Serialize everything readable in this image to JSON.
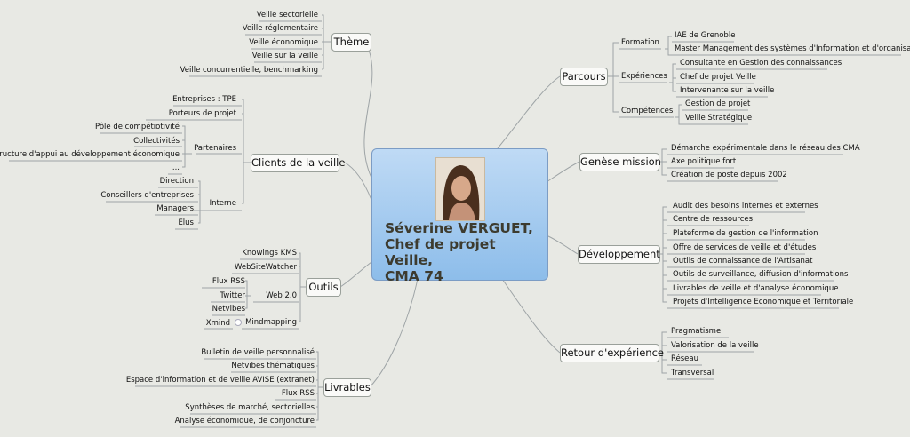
{
  "center": {
    "title": "Séverine VERGUET,\nChef de projet Veille,\nCMA 74"
  },
  "topics": {
    "theme": "Thème",
    "clients": "Clients de la veille",
    "outils": "Outils",
    "livrables": "Livrables",
    "parcours": "Parcours",
    "genese": "Genèse mission",
    "developpement": "Développement",
    "retour": "Retour d'expérience"
  },
  "theme_items": [
    "Veille sectorielle",
    "Veille réglementaire",
    "Veille économique",
    "Veille sur la veille",
    "Veille concurrentielle, benchmarking"
  ],
  "clients": {
    "entreprises": "Entreprises : TPE",
    "porteurs": "Porteurs de projet",
    "partenaires": "Partenaires",
    "partenaires_items": [
      "Pôle de compétiotivité",
      "Collectivités",
      "Structure d'appui au développement économique",
      "..."
    ],
    "interne": "Interne",
    "interne_items": [
      "Direction",
      "Conseillers d'entreprises",
      "Managers",
      "Elus"
    ]
  },
  "outils": {
    "knowings": "Knowings KMS",
    "websitewatcher": "WebSiteWatcher",
    "web20": "Web 2.0",
    "web20_items": [
      "Flux RSS",
      "Twitter",
      "Netvibes"
    ],
    "mindmapping": "Mindmapping",
    "xmind": "Xmind"
  },
  "livrables_items": [
    "Bulletin de veille personnalisé",
    "Netvibes thématiques",
    "Espace d'information et de veille AVISE (extranet)",
    "Flux RSS",
    "Synthèses de marché, sectorielles",
    "Analyse économique, de conjoncture"
  ],
  "parcours": {
    "formation": "Formation",
    "formation_items": [
      "IAE de Grenoble",
      "Master Management des systèmes d'Information et d'organisation"
    ],
    "experiences": "Expériences",
    "experiences_items": [
      "Consultante en Gestion des connaissances",
      "Chef de projet Veille",
      "Intervenante sur la veille"
    ],
    "competences": "Compétences",
    "competences_items": [
      "Gestion de projet",
      "Veille Stratégique"
    ]
  },
  "genese_items": [
    "Démarche expérimentale dans le réseau des CMA",
    "Axe politique fort",
    "Création de poste depuis 2002"
  ],
  "developpement_items": [
    "Audit des besoins internes et externes",
    "Centre de ressources",
    "Plateforme de gestion de l'information",
    "Offre de services de veille et d'études",
    "Outils de connaissance de l'Artisanat",
    "Outils de surveillance, diffusion d'informations",
    "Livrables de veille et d'analyse économique",
    "Projets d'Intelligence Economique et Territoriale"
  ],
  "retour_items": [
    "Pragmatisme",
    "Valorisation de la veille",
    "Réseau",
    "Transversal"
  ]
}
